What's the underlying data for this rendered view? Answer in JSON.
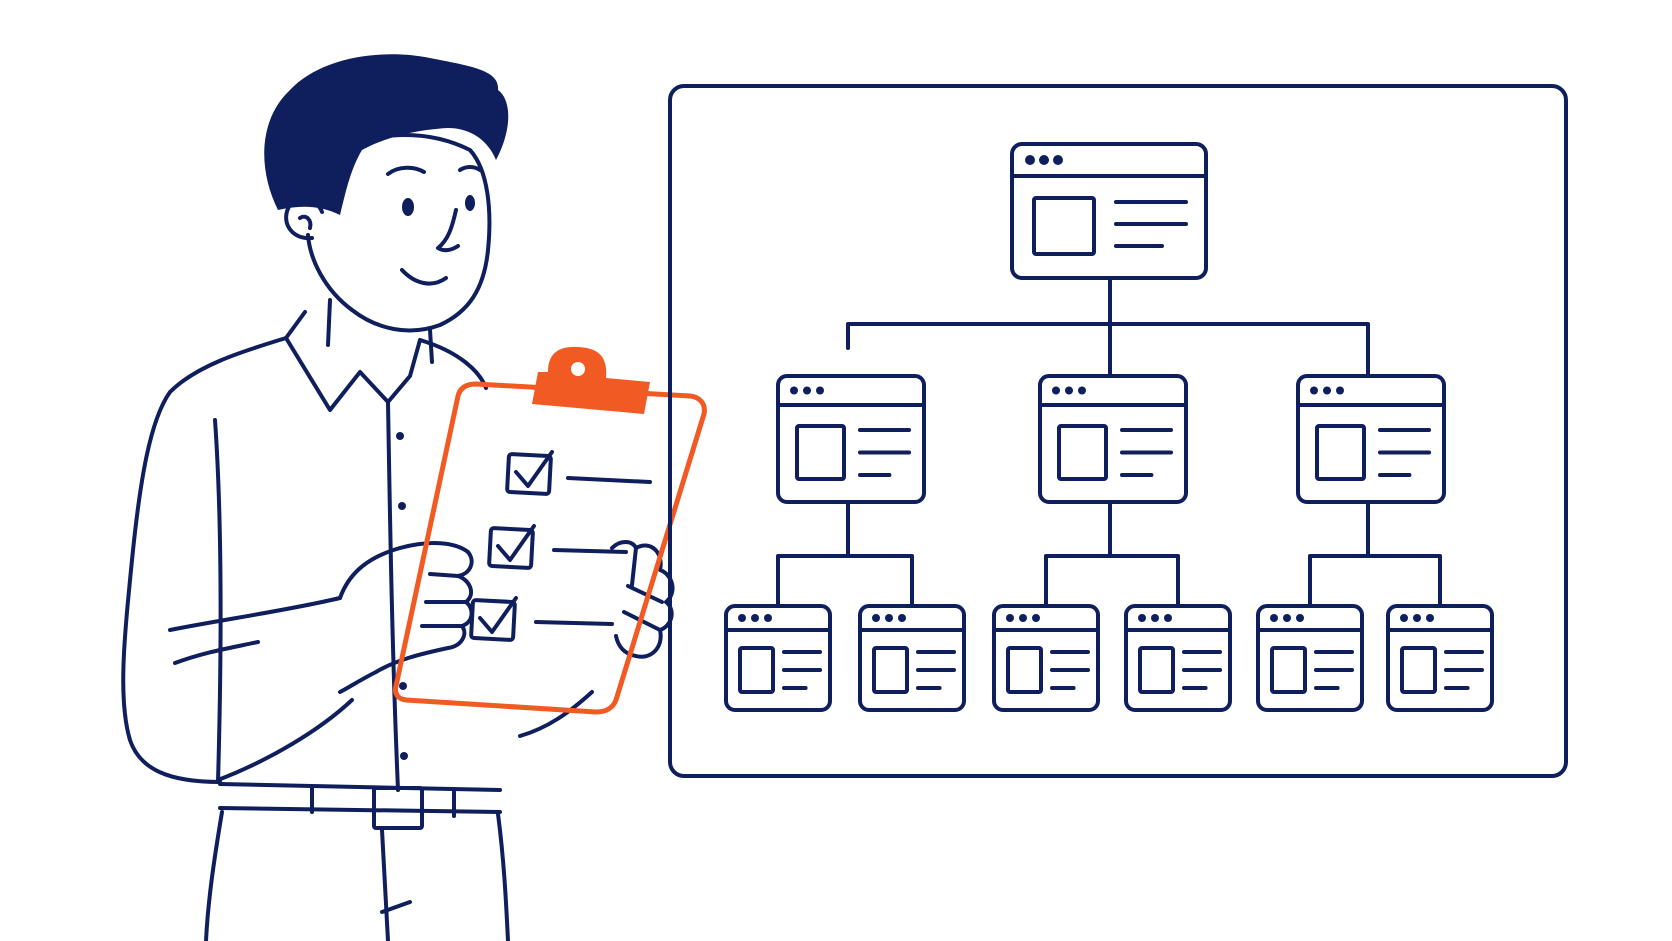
{
  "colors": {
    "ink": "#0f1e5c",
    "accent": "#f15a22",
    "background": "#ffffff"
  },
  "illustration": {
    "sitemap_tree": {
      "levels": [
        1,
        3,
        6
      ],
      "children_per_node": [
        3,
        2
      ]
    },
    "clipboard": {
      "checked_items": 3,
      "total_items": 3
    },
    "icons": [
      "window-icon",
      "checkbox-checked-icon",
      "clipboard-icon"
    ]
  }
}
